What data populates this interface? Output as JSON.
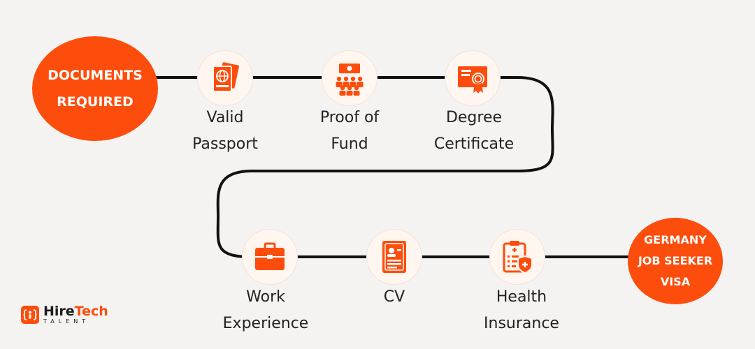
{
  "start": {
    "line1": "DOCUMENTS",
    "line2": "REQUIRED"
  },
  "end": {
    "line1": "GERMANY",
    "line2": "JOB SEEKER",
    "line3": "VISA"
  },
  "steps": [
    {
      "icon": "passport-icon",
      "line1": "Valid",
      "line2": "Passport"
    },
    {
      "icon": "audience-fund-icon",
      "line1": "Proof of",
      "line2": "Fund"
    },
    {
      "icon": "certificate-icon",
      "line1": "Degree",
      "line2": "Certificate"
    },
    {
      "icon": "briefcase-icon",
      "line1": "Work",
      "line2": "Experience"
    },
    {
      "icon": "cv-document-icon",
      "line1": "CV",
      "line2": ""
    },
    {
      "icon": "health-insurance-icon",
      "line1": "Health",
      "line2": "Insurance"
    }
  ],
  "logo": {
    "name_part1": "Hire",
    "name_part2": "Tech",
    "subtitle": "TALENT"
  },
  "colors": {
    "accent": "#fd4d0c",
    "line": "#111111",
    "background": "#f4f3f2"
  }
}
